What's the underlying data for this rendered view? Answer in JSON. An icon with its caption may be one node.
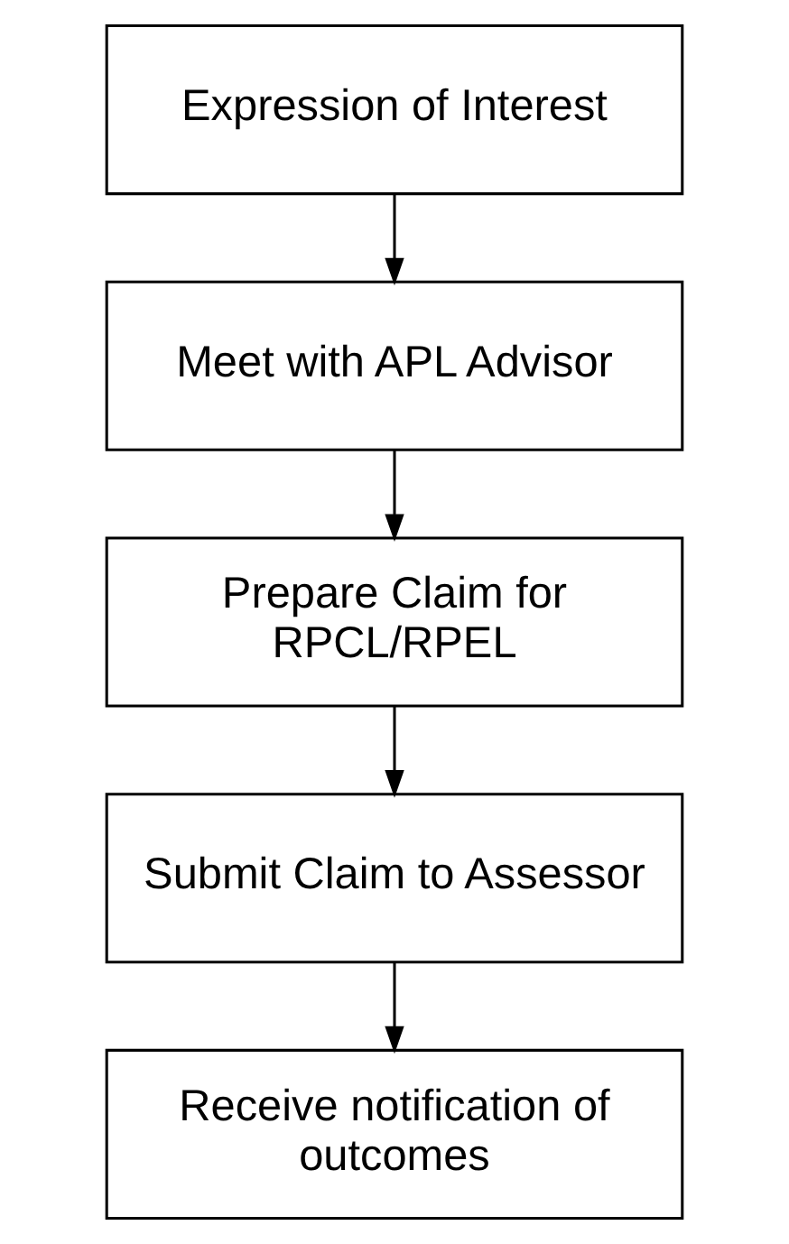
{
  "diagram": {
    "nodes": [
      {
        "text": [
          "Expression of Interest"
        ]
      },
      {
        "text": [
          "Meet with APL Advisor"
        ]
      },
      {
        "text": [
          "Prepare Claim for RPCL/RPEL"
        ]
      },
      {
        "text": [
          "Submit Claim to Assessor"
        ]
      },
      {
        "text": [
          "Receive notification of outcomes"
        ]
      }
    ],
    "edges": [
      {
        "from": 0,
        "to": 1,
        "arrow": "to"
      },
      {
        "from": 1,
        "to": 2,
        "arrow": "to"
      },
      {
        "from": 2,
        "to": 3,
        "arrow": "to"
      },
      {
        "from": 3,
        "to": 4,
        "arrow": "to"
      }
    ]
  }
}
